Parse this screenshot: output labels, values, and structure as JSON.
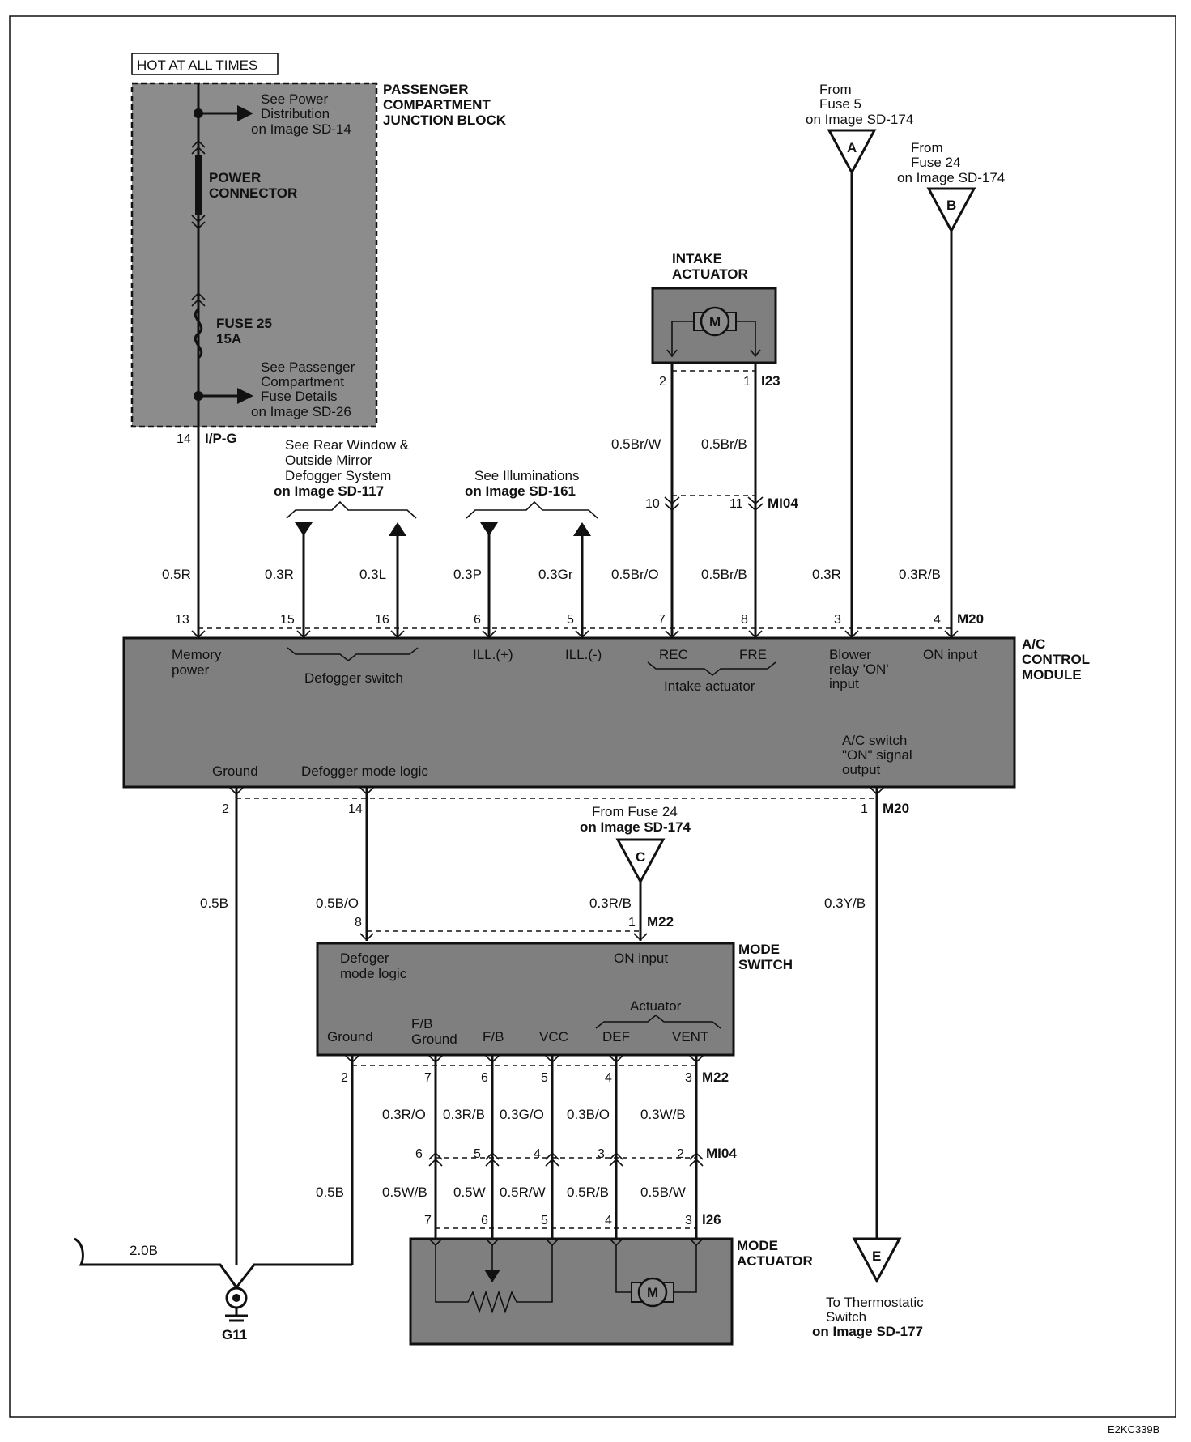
{
  "hot_label": "HOT AT ALL TIMES",
  "junction_block": {
    "title": [
      "PASSENGER",
      "COMPARTMENT",
      "JUNCTION BLOCK"
    ],
    "see_power": [
      "See Power",
      "Distribution",
      "on Image SD-14"
    ],
    "power_connector": [
      "POWER",
      "CONNECTOR"
    ],
    "fuse": [
      "FUSE 25",
      "15A"
    ],
    "see_fuse": [
      "See Passenger",
      "Compartment",
      "Fuse Details",
      "on Image SD-26"
    ],
    "pin": "14",
    "connector": "I/P-G"
  },
  "sources": {
    "a": {
      "letter": "A",
      "text": [
        "From",
        "Fuse 5",
        "on Image SD-174"
      ]
    },
    "b": {
      "letter": "B",
      "text": [
        "From",
        "Fuse 24",
        "on Image SD-174"
      ]
    },
    "c": {
      "letter": "C",
      "text": [
        "From Fuse 24",
        "on Image SD-174"
      ]
    },
    "e": {
      "letter": "E",
      "text": [
        "To Thermostatic",
        "Switch",
        "on Image SD-177"
      ]
    }
  },
  "intake_actuator": {
    "title": [
      "INTAKE",
      "ACTUATOR"
    ],
    "motor": "M",
    "pin_left": "2",
    "pin_right": "1",
    "connector": "I23",
    "wire_left": "0.5Br/W",
    "wire_right": "0.5Br/B",
    "mi_left": "10",
    "mi_right": "11",
    "mi_connector": "MI04"
  },
  "see_rear": [
    "See Rear Window &",
    "Outside Mirror",
    "Defogger System",
    "on Image SD-117"
  ],
  "see_illum": [
    "See Illuminations",
    "on Image SD-161"
  ],
  "ac_module": {
    "title": [
      "A/C",
      "CONTROL",
      "MODULE"
    ],
    "top_connector": "M20",
    "bottom_connector": "M20",
    "top_pins": [
      {
        "pin": "13",
        "wire": "0.5R"
      },
      {
        "pin": "15",
        "wire": "0.3R"
      },
      {
        "pin": "16",
        "wire": "0.3L"
      },
      {
        "pin": "6",
        "wire": "0.3P"
      },
      {
        "pin": "5",
        "wire": "0.3Gr"
      },
      {
        "pin": "7",
        "wire": "0.5Br/O"
      },
      {
        "pin": "8",
        "wire": "0.5Br/B"
      },
      {
        "pin": "3",
        "wire": "0.3R"
      },
      {
        "pin": "4",
        "wire": "0.3R/B"
      }
    ],
    "labels": {
      "memory_power": [
        "Memory",
        "power"
      ],
      "defogger_switch": "Defogger switch",
      "ill_plus": "ILL.(+)",
      "ill_minus": "ILL.(-)",
      "rec": "REC",
      "fre": "FRE",
      "intake_actuator": "Intake actuator",
      "blower": [
        "Blower",
        "relay 'ON'",
        "input"
      ],
      "on_input": "ON input",
      "ac_switch": [
        "A/C switch",
        "\"ON\" signal",
        "output"
      ],
      "ground": "Ground",
      "defogger_mode_logic": "Defogger mode logic"
    },
    "bottom_pins": [
      {
        "pin": "2",
        "wire": "0.5B"
      },
      {
        "pin": "14",
        "wire": "0.5B/O"
      },
      {
        "pin": "1",
        "wire": "0.3Y/B"
      }
    ]
  },
  "mode_switch": {
    "title": [
      "MODE",
      "SWITCH"
    ],
    "top_connector": "M22",
    "pin8": "8",
    "pin1": "1",
    "wire_c": "0.3R/B",
    "labels": {
      "defoger": [
        "Defoger",
        "mode logic"
      ],
      "on_input": "ON input",
      "actuator": "Actuator",
      "ground": "Ground",
      "fb_ground": [
        "F/B",
        "Ground"
      ],
      "fb": "F/B",
      "vcc": "VCC",
      "def": "DEF",
      "vent": "VENT"
    },
    "bottom_connector": "M22",
    "bottom_pins": [
      {
        "pin": "2",
        "wire": "",
        "lower": "0.5B"
      },
      {
        "pin": "7",
        "wire": "0.3R/O",
        "lower": "0.5W/B"
      },
      {
        "pin": "6",
        "wire": "0.3R/B",
        "lower": "0.5W"
      },
      {
        "pin": "5",
        "wire": "0.3G/O",
        "lower": "0.5R/W"
      },
      {
        "pin": "4",
        "wire": "0.3B/O",
        "lower": "0.5R/B"
      },
      {
        "pin": "3",
        "wire": "0.3W/B",
        "lower": "0.5B/W"
      }
    ],
    "mi_connector": "MI04",
    "mi_pins": [
      "6",
      "5",
      "4",
      "3",
      "2"
    ]
  },
  "mode_actuator": {
    "title": [
      "MODE",
      "ACTUATOR"
    ],
    "connector": "I26",
    "pins": [
      "7",
      "6",
      "5",
      "4",
      "3"
    ],
    "motor": "M"
  },
  "ground": {
    "wire": "2.0B",
    "label": "G11"
  },
  "footer_code": "E2KC339B"
}
